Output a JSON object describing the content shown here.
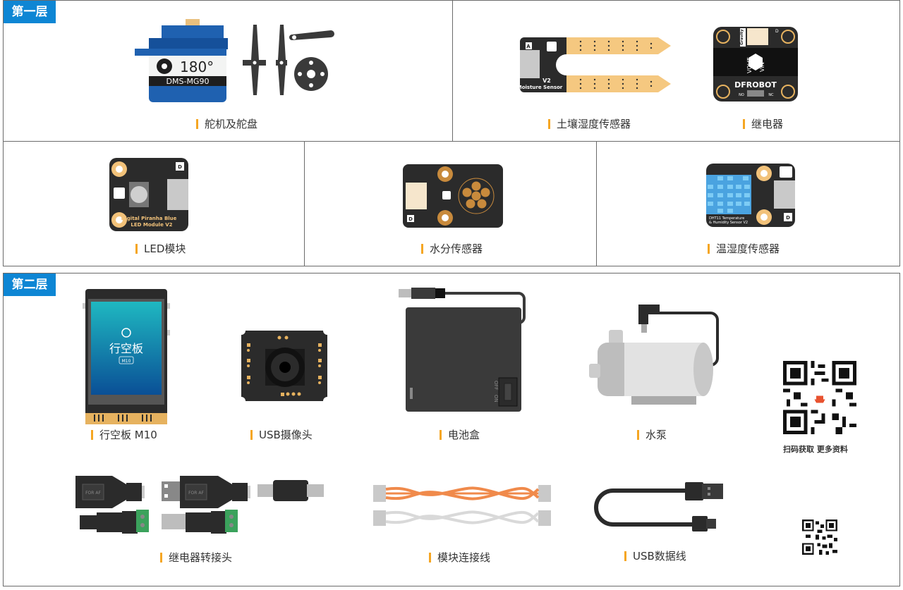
{
  "layers": [
    {
      "badge": "第一层",
      "items": [
        {
          "name": "舵机及舵盘",
          "servo_angle": "180°",
          "servo_model": "DMS-MG90"
        },
        {
          "name": "土壤湿度传感器",
          "board_text": "Moisture Sensor",
          "board_version": "V2",
          "pin_label": "A"
        },
        {
          "name": "继电器",
          "board_brand": "DFROBOT",
          "pin_vout": "VOUT",
          "pin_vin": "VIN",
          "pin_no": "NO",
          "pin_nc": "NC",
          "gravity": "Gravity",
          "pin_label": "D"
        },
        {
          "name": "LED模块",
          "board_text_line1": "Digital Piranha Blue",
          "board_text_line2": "LED Module V2",
          "pin_label": "D"
        },
        {
          "name": "水分传感器",
          "pin_label": "D"
        },
        {
          "name": "温湿度传感器",
          "board_text_line1": "DHT11 Temperature",
          "board_text_line2": "& Humidity Sensor V2",
          "pin_label": "D"
        }
      ]
    },
    {
      "badge": "第二层",
      "items": [
        {
          "name": "行空板 M10",
          "screen_title": "行空板",
          "screen_badge": "M10"
        },
        {
          "name": "USB摄像头"
        },
        {
          "name": "电池盒",
          "switch_off": "OFF",
          "switch_on": "ON"
        },
        {
          "name": "水泵"
        },
        {
          "name": "继电器转接头",
          "adapter_text": "FOR AF"
        },
        {
          "name": "模块连接线"
        },
        {
          "name": "USB数据线"
        }
      ],
      "qr_caption": "扫码获取 更多资料"
    }
  ],
  "colors": {
    "badge_blue": "#0e86d4",
    "accent_orange": "#f5a623",
    "board_black": "#2b2b2b",
    "servo_blue": "#1e5fae",
    "gold": "#f2c27a"
  }
}
